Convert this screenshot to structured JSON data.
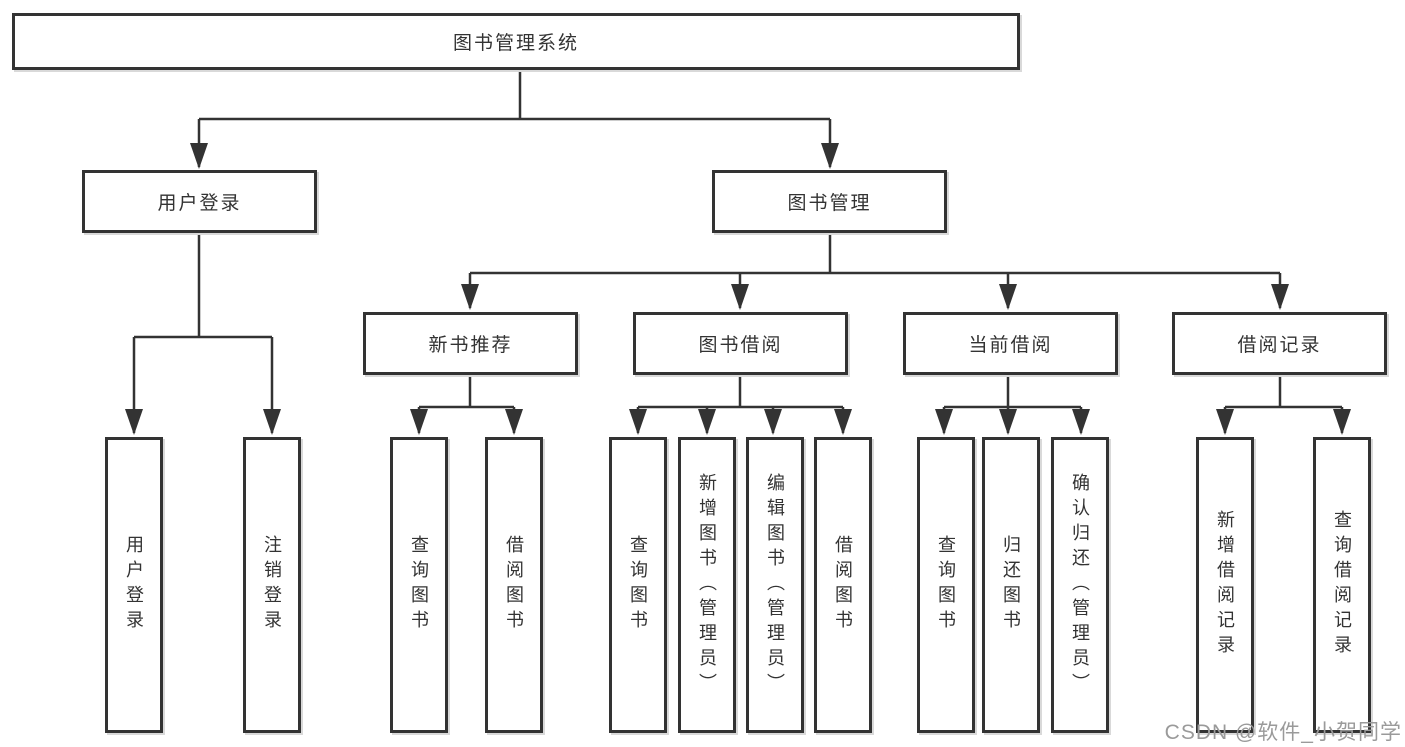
{
  "diagram_title": "图书管理系统",
  "nodes": {
    "root": {
      "label": "图书管理系统"
    },
    "user_login": {
      "label": "用户登录"
    },
    "book_mgmt": {
      "label": "图书管理"
    },
    "new_book_rec": {
      "label": "新书推荐"
    },
    "book_borrow": {
      "label": "图书借阅"
    },
    "current_borrow": {
      "label": "当前借阅"
    },
    "borrow_records": {
      "label": "借阅记录"
    },
    "leaf_user_login": {
      "label": "用户登录"
    },
    "leaf_logout": {
      "label": "注销登录"
    },
    "leaf_rec_query_books": {
      "label": "查询图书"
    },
    "leaf_rec_borrow_books": {
      "label": "借阅图书"
    },
    "leaf_bb_query_books": {
      "label": "查询图书"
    },
    "leaf_bb_add_books": {
      "label": "新增图书（管理员）"
    },
    "leaf_bb_edit_books": {
      "label": "编辑图书（管理员）"
    },
    "leaf_bb_borrow_books": {
      "label": "借阅图书"
    },
    "leaf_cb_query_books": {
      "label": "查询图书"
    },
    "leaf_cb_return_books": {
      "label": "归还图书"
    },
    "leaf_cb_confirm_return": {
      "label": "确认归还（管理员）"
    },
    "leaf_br_add_record": {
      "label": "新增借阅记录"
    },
    "leaf_br_query_record": {
      "label": "查询借阅记录"
    }
  },
  "hierarchy": {
    "图书管理系统": {
      "用户登录": [
        "用户登录",
        "注销登录"
      ],
      "图书管理": {
        "新书推荐": [
          "查询图书",
          "借阅图书"
        ],
        "图书借阅": [
          "查询图书",
          "新增图书（管理员）",
          "编辑图书（管理员）",
          "借阅图书"
        ],
        "当前借阅": [
          "查询图书",
          "归还图书",
          "确认归还（管理员）"
        ],
        "借阅记录": [
          "新增借阅记录",
          "查询借阅记录"
        ]
      }
    }
  },
  "watermark": {
    "text": "CSDN @软件_小贺同学"
  },
  "colors": {
    "line": "#333333",
    "box_border": "#333333",
    "box_fill": "#ffffff",
    "text": "#333333",
    "watermark": "#9a9a9a",
    "background": "#ffffff"
  }
}
